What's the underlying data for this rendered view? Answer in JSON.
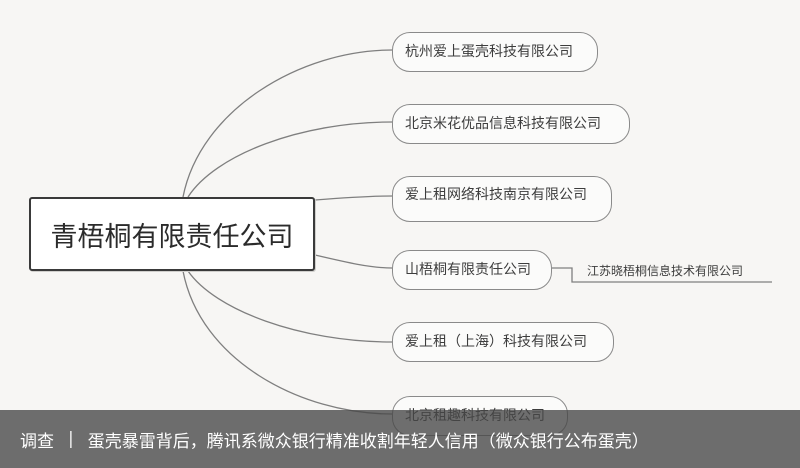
{
  "diagram": {
    "root": {
      "label": "青梧桐有限责任公司"
    },
    "children": [
      {
        "label": "杭州爱上蛋壳科技有限公司"
      },
      {
        "label": "北京米花优品信息科技有限公司"
      },
      {
        "label": "爱上租网络科技南京有限公司"
      },
      {
        "label": "山梧桐有限责任公司",
        "child": "江苏晓梧桐信息技术有限公司"
      },
      {
        "label": "爱上租（上海）科技有限公司"
      },
      {
        "label": "北京租趣科技有限公司"
      }
    ]
  },
  "caption": {
    "tag": "调查",
    "separator": "|",
    "headline": "蛋壳暴雷背后，腾讯系微众银行精准收割年轻人信用（微众银行公布蛋壳）"
  },
  "colors": {
    "background": "#f7f6f4",
    "line": "#7f7f7f",
    "caption_bg": "rgba(70,70,70,0.78)"
  }
}
